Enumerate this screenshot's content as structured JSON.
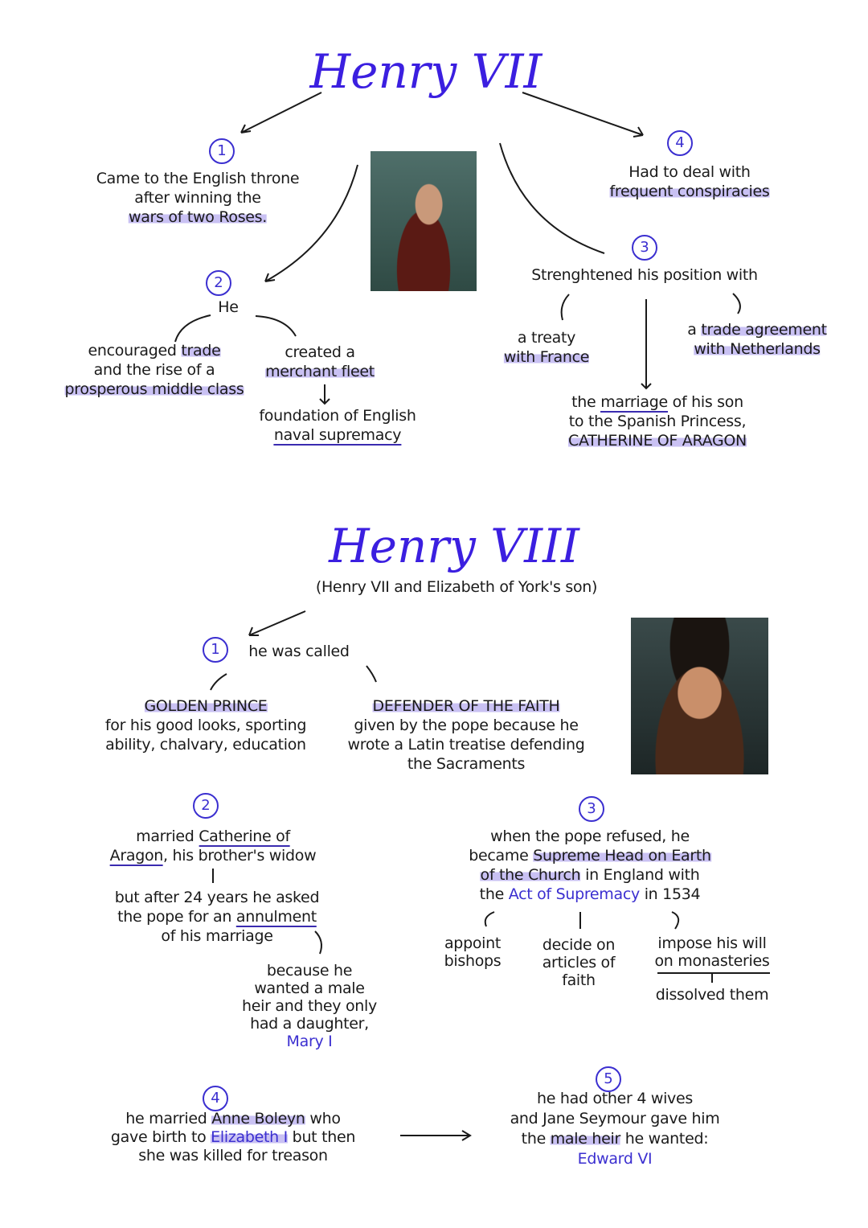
{
  "henry7": {
    "title": "Henry VII",
    "point1": {
      "num": "1",
      "l1": "Came to the English throne",
      "l2": "after winning the",
      "l3": "wars of two Roses."
    },
    "point2": {
      "num": "2",
      "he": "He",
      "a": {
        "l1a": "encouraged ",
        "l1b": "trade",
        "l2": "and the rise of a",
        "l3": "prosperous middle class"
      },
      "b": {
        "l1": "created a",
        "l2": "merchant fleet"
      },
      "c": {
        "l1": "foundation of English",
        "l2": "naval supremacy"
      }
    },
    "point3": {
      "num": "3",
      "head": "Strenghtened his position with",
      "a": {
        "l1": "a treaty",
        "l2": "with France"
      },
      "b": {
        "l1a": "a ",
        "l1b": "trade agreement",
        "l2": "with Netherlands"
      },
      "c": {
        "l1a": "the ",
        "l1b": "marriage",
        "l1c": " of his son",
        "l2": "to the Spanish Princess,",
        "l3": "CATHERINE OF ARAGON"
      }
    },
    "point4": {
      "num": "4",
      "l1": "Had to deal with",
      "l2": "frequent conspiracies"
    }
  },
  "henry8": {
    "title": "Henry VIII",
    "subtitle": "(Henry VII and Elizabeth of York's son)",
    "point1": {
      "num": "1",
      "head": "he was called",
      "golden": {
        "name": "GOLDEN PRINCE",
        "l1": "for his good looks, sporting",
        "l2": "ability, chalvary, education"
      },
      "defender": {
        "name": "DEFENDER OF THE FAITH",
        "l1": "given by the pope because he",
        "l2": "wrote a Latin treatise defending",
        "l3": "the Sacraments"
      }
    },
    "point2": {
      "num": "2",
      "l1a": "married ",
      "l1b": "Catherine of",
      "l2a": "Aragon",
      "l2b": ", his brother's widow",
      "b": {
        "l1": "but after 24 years he asked",
        "l2a": "the pope for an ",
        "l2b": "annulment",
        "l3": "of his marriage"
      },
      "c": {
        "l1": "because he",
        "l2": "wanted a male",
        "l3": "heir and they only",
        "l4": "had a daughter,",
        "l5": "Mary I"
      }
    },
    "point3": {
      "num": "3",
      "l1": "when the pope refused, he",
      "l2a": "became ",
      "l2b": "Supreme Head on Earth",
      "l3a": "of the Church",
      "l3b": " in England with",
      "l4a": "the ",
      "l4b": "Act of Supremacy",
      "l4c": " in 1534",
      "a": {
        "l1": "appoint",
        "l2": "bishops"
      },
      "b": {
        "l1": "decide on",
        "l2": "articles of",
        "l3": "faith"
      },
      "c": {
        "l1": "impose his will",
        "l2": "on monasteries",
        "l3": "dissolved them"
      }
    },
    "point4": {
      "num": "4",
      "l1a": "he married ",
      "l1b": "Anne Boleyn",
      "l1c": " who",
      "l2a": "gave birth to ",
      "l2b": "Elizabeth I",
      "l2c": " but then",
      "l3": "she was killed for treason"
    },
    "point5": {
      "num": "5",
      "l1": "he had other 4 wives",
      "l2": "and Jane Seymour gave him",
      "l3a": "the ",
      "l3b": "male heir",
      "l3c": " he wanted:",
      "l4": "Edward VI"
    }
  },
  "colors": {
    "accent": "#3b1fe0",
    "highlight": "#c9c1f3",
    "ink": "#1a1a1a"
  }
}
